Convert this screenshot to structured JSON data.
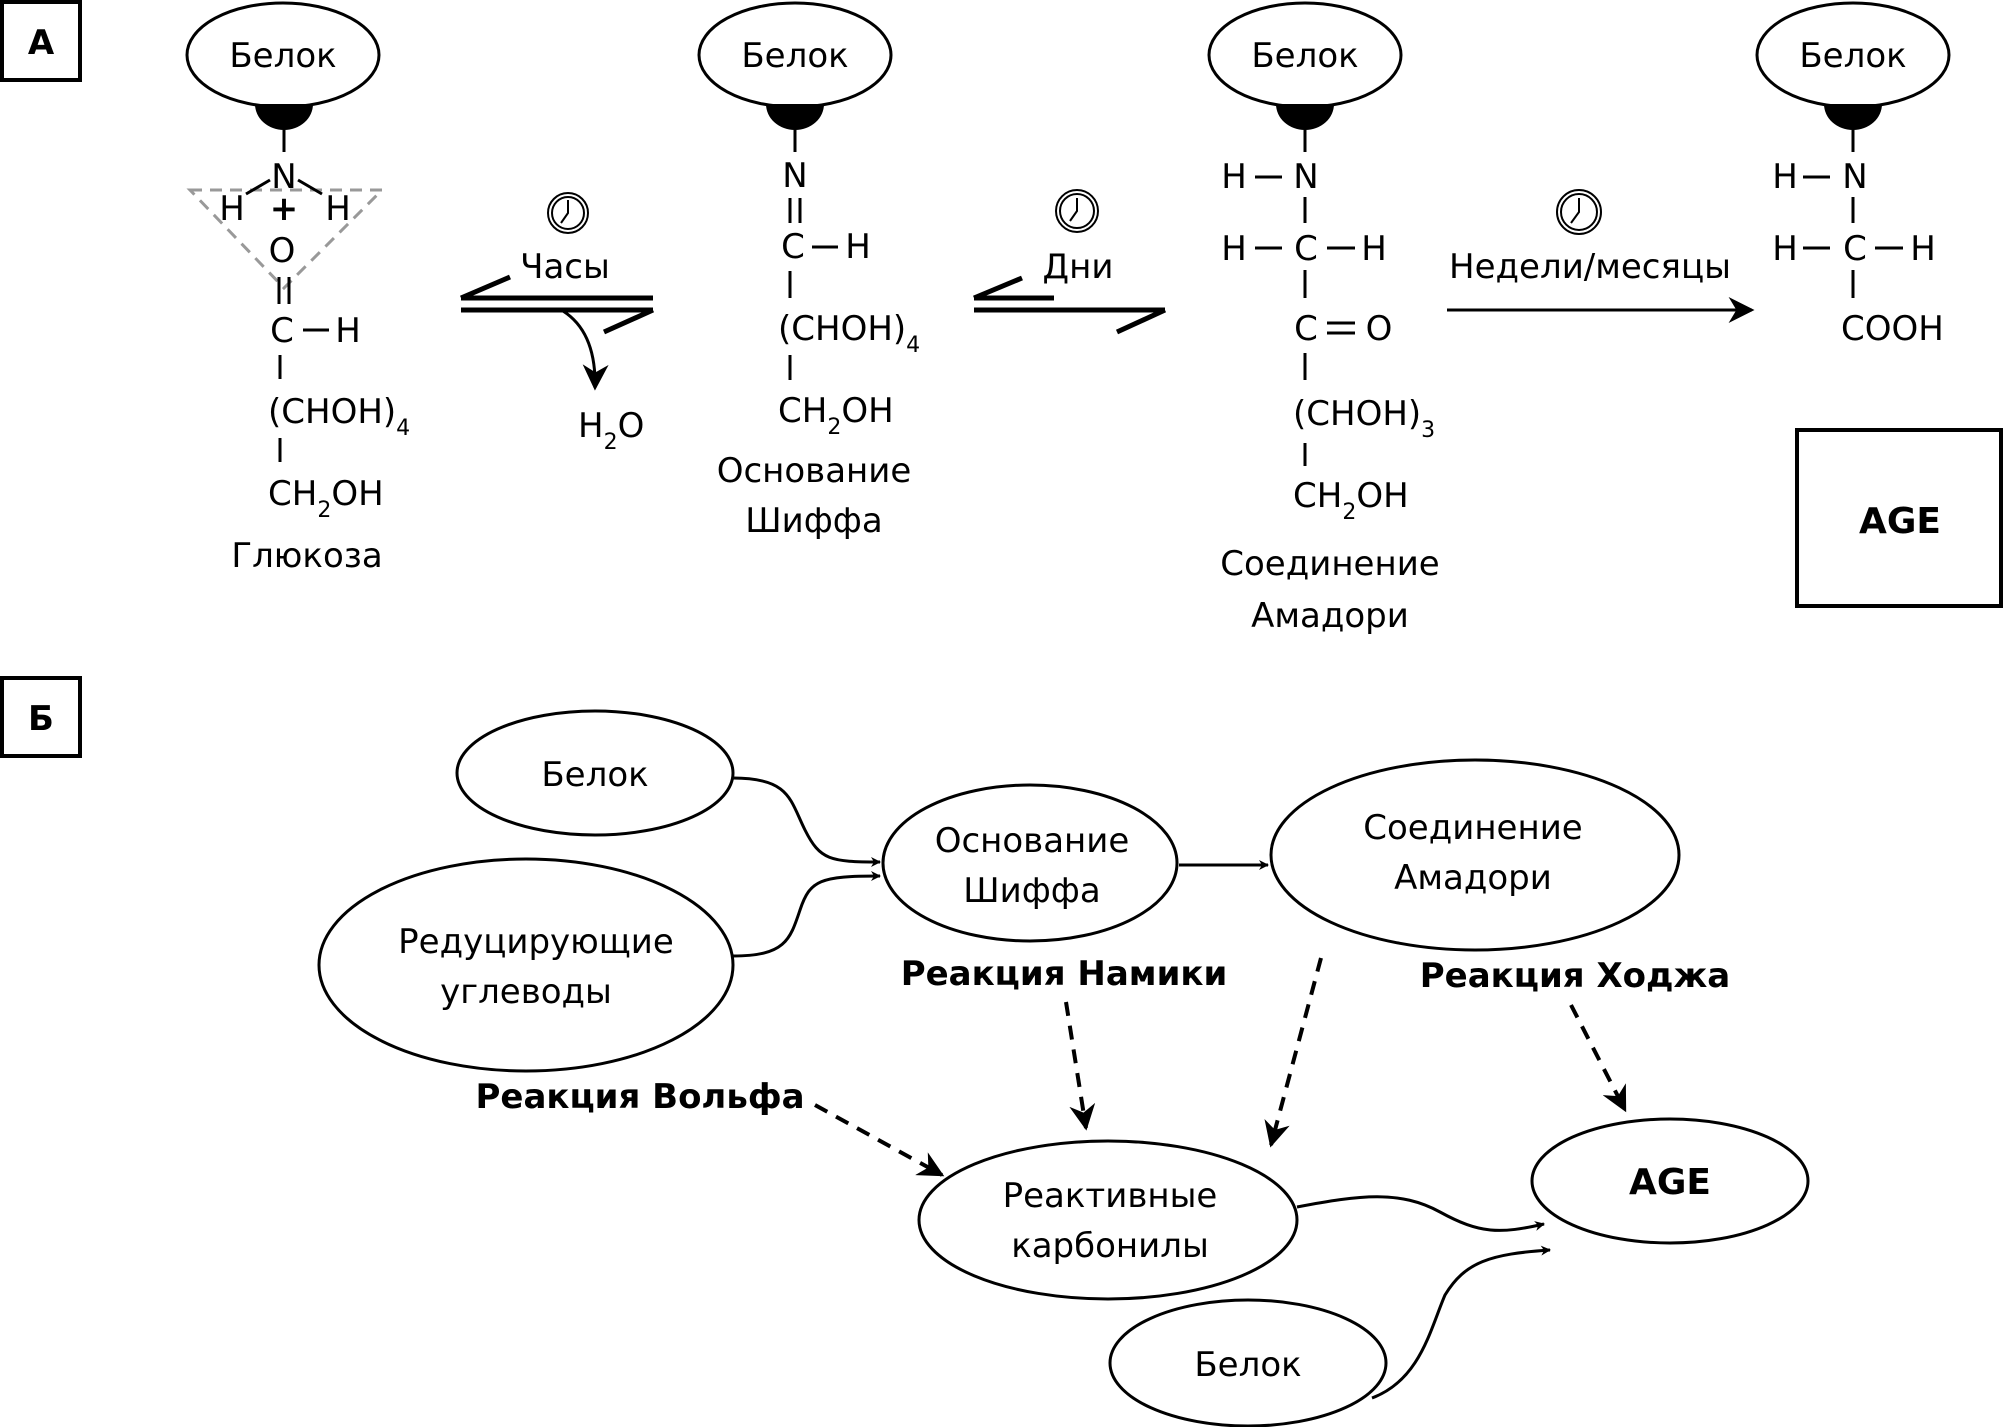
{
  "panel_a": {
    "label": "А",
    "protein": "Белок",
    "glucose": {
      "n": "N",
      "h_left": "H",
      "plus": "+",
      "h_right": "H",
      "o": "O",
      "c": "C",
      "dash": "—",
      "h": "H",
      "chohn": "(CHOH)",
      "chohn_sub": "4",
      "ch2oh_a": "CH",
      "ch2oh_sub": "2",
      "ch2oh_b": "OH",
      "name": "Глюкоза"
    },
    "step1": {
      "time": "Часы",
      "byproduct_a": "H",
      "byproduct_sub": "2",
      "byproduct_b": "O",
      "icon": "clock-icon"
    },
    "schiff": {
      "n": "N",
      "c": "C",
      "dash": "—",
      "h": "H",
      "chohn": "(CHOH)",
      "chohn_sub": "4",
      "ch2oh_a": "CH",
      "ch2oh_sub": "2",
      "ch2oh_b": "OH",
      "name_line1": "Основание",
      "name_line2": "Шиффа"
    },
    "step2": {
      "time": "Дни",
      "icon": "clock-icon"
    },
    "amadori": {
      "h": "H",
      "dash": "—",
      "n": "N",
      "c": "C",
      "eq": "=",
      "o": "O",
      "chohn": "(CHOH)",
      "chohn_sub": "3",
      "ch2oh_a": "CH",
      "ch2oh_sub": "2",
      "ch2oh_b": "OH",
      "name_line1": "Соединение",
      "name_line2": "Амадори"
    },
    "step3": {
      "time": "Недели/месяцы",
      "icon": "clock-icon"
    },
    "age_struct": {
      "h": "H",
      "dash": "—",
      "n": "N",
      "c": "C",
      "cooh": "COOH"
    },
    "age_box": "AGE"
  },
  "panel_b": {
    "label": "Б",
    "nodes": {
      "protein_top": "Белок",
      "sugars_line1": "Редуцирующие",
      "sugars_line2": "углеводы",
      "schiff_line1": "Основание",
      "schiff_line2": "Шиффа",
      "amadori_line1": "Соединение",
      "amadori_line2": "Амадори",
      "carbonyl_line1": "Реактивные",
      "carbonyl_line2": "карбонилы",
      "age": "AGE",
      "protein_bottom": "Белок"
    },
    "reactions": {
      "namiki": "Реакция Намики",
      "hodge": "Реакция Ходжа",
      "wolff": "Реакция Вольфа"
    }
  }
}
